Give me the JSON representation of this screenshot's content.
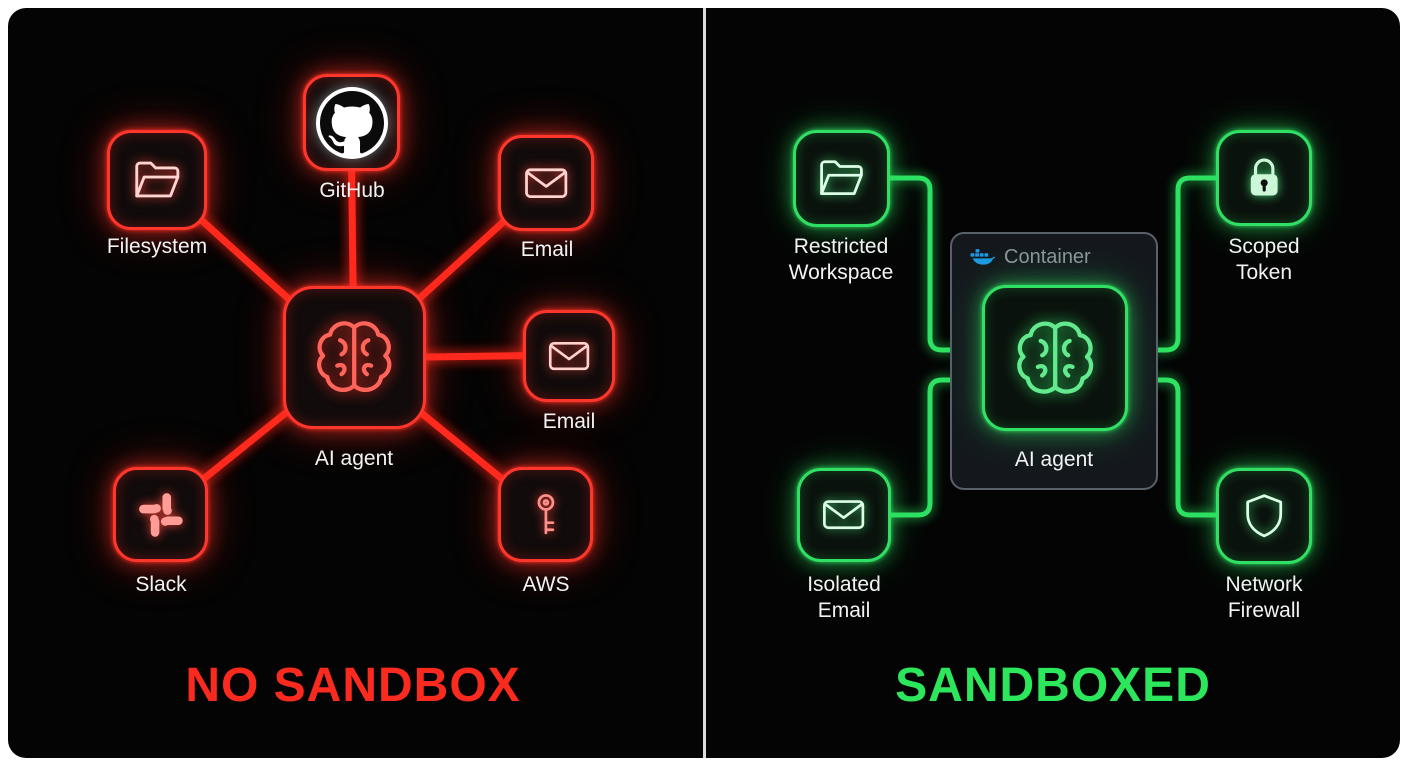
{
  "panels": {
    "left": {
      "title": "NO SANDBOX",
      "accent": "#ff2a1e",
      "center": {
        "label": "AI agent",
        "icon": "brain-icon"
      },
      "nodes": [
        {
          "id": "filesystem",
          "label": "Filesystem",
          "icon": "folder-icon"
        },
        {
          "id": "github",
          "label": "GitHub",
          "icon": "github-icon"
        },
        {
          "id": "email-top",
          "label": "Email",
          "icon": "envelope-icon"
        },
        {
          "id": "email-right",
          "label": "Email",
          "icon": "envelope-icon"
        },
        {
          "id": "slack",
          "label": "Slack",
          "icon": "slack-icon"
        },
        {
          "id": "aws",
          "label": "AWS",
          "icon": "key-icon"
        }
      ]
    },
    "right": {
      "title": "SANDBOXED",
      "accent": "#2ee263",
      "container_label": "Container",
      "container_icon": "docker-icon",
      "center": {
        "label": "AI agent",
        "icon": "brain-icon"
      },
      "nodes": [
        {
          "id": "restricted-workspace",
          "label": "Restricted Workspace",
          "icon": "folder-icon"
        },
        {
          "id": "scoped-token",
          "label": "Scoped Token",
          "icon": "lock-icon"
        },
        {
          "id": "isolated-email",
          "label": "Isolated Email",
          "icon": "envelope-icon"
        },
        {
          "id": "network-firewall",
          "label": "Network Firewall",
          "icon": "shield-icon"
        }
      ]
    }
  }
}
